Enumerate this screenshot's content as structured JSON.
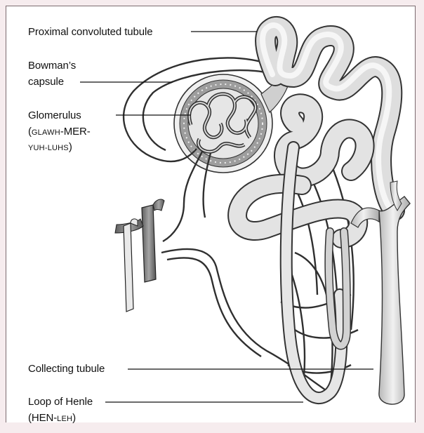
{
  "labels": {
    "proximal": "Proximal convoluted tubule",
    "bowman_line1": "Bowman’s",
    "bowman_line2": "capsule",
    "glomerulus": "Glomerulus",
    "glomerulus_pron_open": "(",
    "glomerulus_pron_sc1": "GLAWH",
    "glomerulus_pron_mid": "-MER-",
    "glomerulus_pron_sc2": "YUH-LUHS",
    "glomerulus_pron_close": ")",
    "collecting": "Collecting tubule",
    "loop": "Loop of Henle",
    "loop_pron_open": "(HEN-",
    "loop_pron_sc": "LEH",
    "loop_pron_close": ")"
  },
  "colors": {
    "background": "#f6ecee",
    "panel": "#ffffff",
    "tubule_fill": "#d9d9d9",
    "tubule_stroke": "#3a3a3a",
    "vessel_fill": "#8c8c8c",
    "capsule_band": "#9a9a9a"
  }
}
